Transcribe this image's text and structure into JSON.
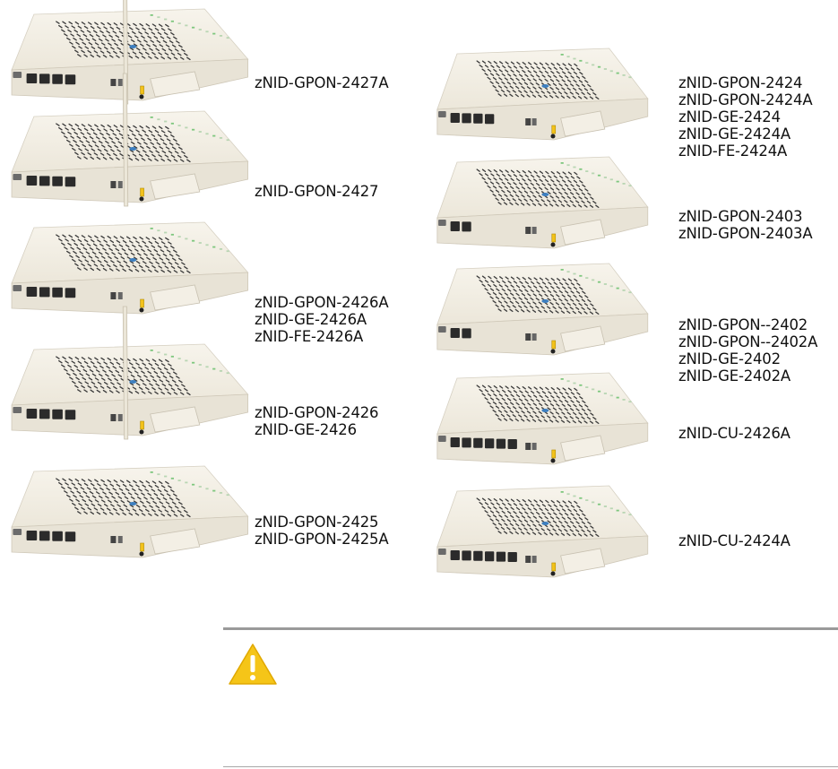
{
  "left_column": [
    {
      "labels": [
        "zNID-GPON-2427A"
      ],
      "antenna": true
    },
    {
      "labels": [
        "zNID-GPON-2427"
      ],
      "antenna": true
    },
    {
      "labels": [
        "zNID-GPON-2426A",
        "zNID-GE-2426A",
        "zNID-FE-2426A"
      ],
      "antenna": false
    },
    {
      "labels": [
        "zNID-GPON-2426",
        "zNID-GE-2426"
      ],
      "antenna": true
    },
    {
      "labels": [
        "zNID-GPON-2425",
        "zNID-GPON-2425A"
      ],
      "antenna": false
    }
  ],
  "right_column": [
    {
      "labels": [
        "zNID-GPON-2424",
        "zNID-GPON-2424A",
        "zNID-GE-2424",
        "zNID-GE-2424A",
        "zNID-FE-2424A"
      ],
      "ports": 4
    },
    {
      "labels": [
        "zNID-GPON-2403",
        "zNID-GPON-2403A"
      ],
      "ports": 2
    },
    {
      "labels": [
        "zNID-GPON--2402",
        "zNID-GPON--2402A",
        "zNID-GE-2402",
        "zNID-GE-2402A"
      ],
      "ports": 2
    },
    {
      "labels": [
        "zNID-CU-2426A"
      ],
      "ports": 6
    },
    {
      "labels": [
        "zNID-CU-2424A"
      ],
      "ports": 6
    }
  ],
  "icons": {
    "caution": "caution-icon"
  },
  "colors": {
    "caution_fill": "#f5c518",
    "device_body": "#f1ede3",
    "rule": "#9a9a9a"
  }
}
